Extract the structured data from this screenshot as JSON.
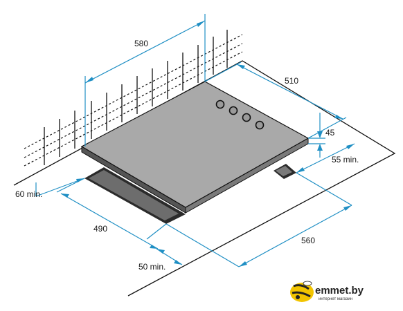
{
  "dimensions": {
    "width_580": "580",
    "depth_510": "510",
    "height_45": "45",
    "gap_55min": "55 min.",
    "gap_60min": "60 min.",
    "cutout_490": "490",
    "gap_50min": "50 min.",
    "cutout_560": "560"
  },
  "logo": {
    "name": "emmet.by",
    "tagline": "интернет магазин"
  },
  "colors": {
    "dimension_lines": "#1f8fc4",
    "hob_top": "#a9a9a9",
    "outline": "#111111"
  }
}
